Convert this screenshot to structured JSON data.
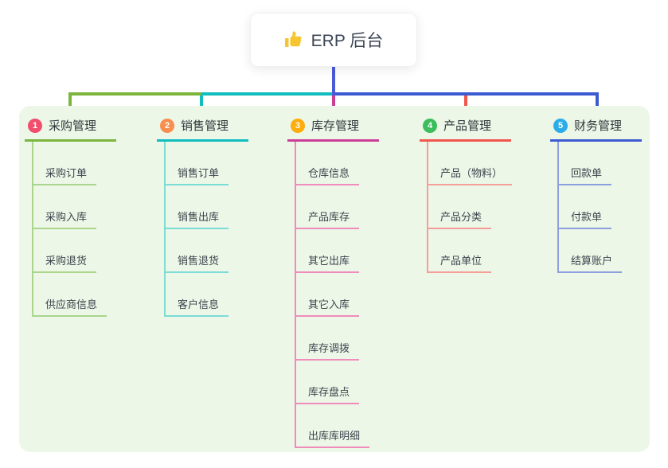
{
  "root": {
    "label": "ERP 后台",
    "icon": "thumbs-up-icon"
  },
  "colors": {
    "panel_background": "#ecf7e8",
    "root_connector": "#4a5bd8"
  },
  "branches": [
    {
      "number": "1",
      "label": "采购管理",
      "color": "#7cb53e",
      "light_color": "#a9d58d",
      "badge_color": "#f14e6e",
      "items": [
        "采购订单",
        "采购入库",
        "采购退货",
        "供应商信息"
      ]
    },
    {
      "number": "2",
      "label": "销售管理",
      "color": "#12bdbe",
      "light_color": "#7cdcd6",
      "badge_color": "#f98e4f",
      "items": [
        "销售订单",
        "销售出库",
        "销售退货",
        "客户信息"
      ]
    },
    {
      "number": "3",
      "label": "库存管理",
      "color": "#cc3e96",
      "light_color": "#f08cbb",
      "badge_color": "#ffad0d",
      "items": [
        "仓库信息",
        "产品库存",
        "其它出库",
        "其它入库",
        "库存调拨",
        "库存盘点",
        "出库库明细"
      ]
    },
    {
      "number": "4",
      "label": "产品管理",
      "color": "#f0564e",
      "light_color": "#f59d97",
      "badge_color": "#3bbe5b",
      "items": [
        "产品（物料）",
        "产品分类",
        "产品单位"
      ]
    },
    {
      "number": "5",
      "label": "财务管理",
      "color": "#3c5bd2",
      "light_color": "#8e9fde",
      "badge_color": "#2bace8",
      "items": [
        "回款单",
        "付款单",
        "结算账户"
      ]
    }
  ]
}
